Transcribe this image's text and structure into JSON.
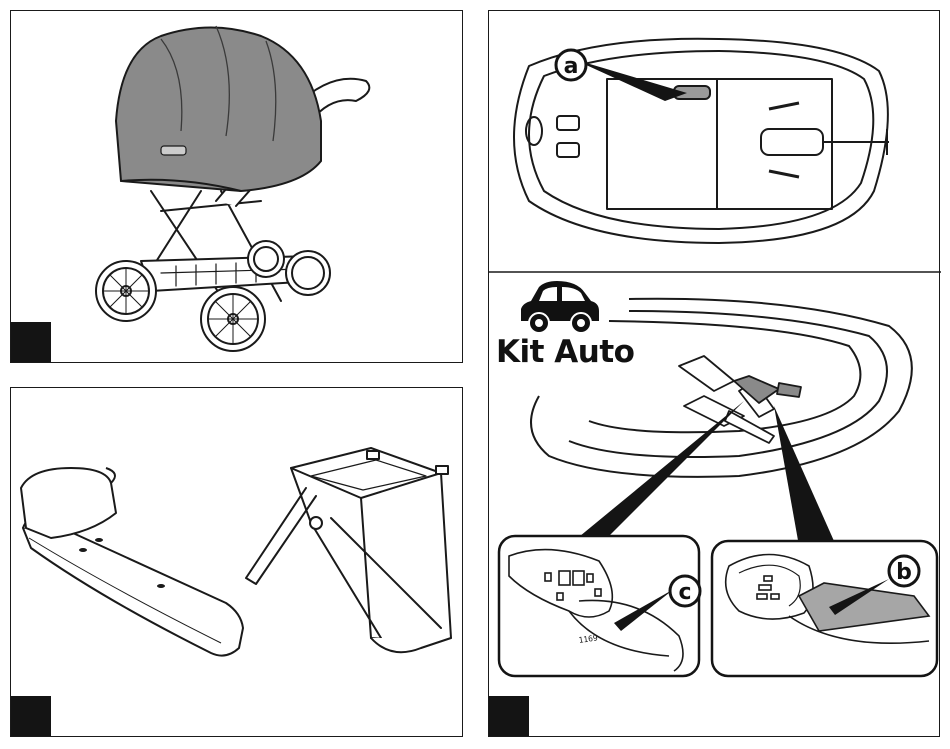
{
  "kit_auto_label": "Kit Auto",
  "callouts": {
    "a": "a",
    "b": "b",
    "c": "c"
  },
  "carrycot_code": "1169",
  "icons": [
    "pram-illustration",
    "mattress-illustration",
    "stand-illustration",
    "carrycot-base-illustration",
    "car-icon",
    "harness-illustration"
  ],
  "colors": {
    "line": "#1a1a1a",
    "hood": "#8a8a8a",
    "accent": "#a6a6a6"
  }
}
